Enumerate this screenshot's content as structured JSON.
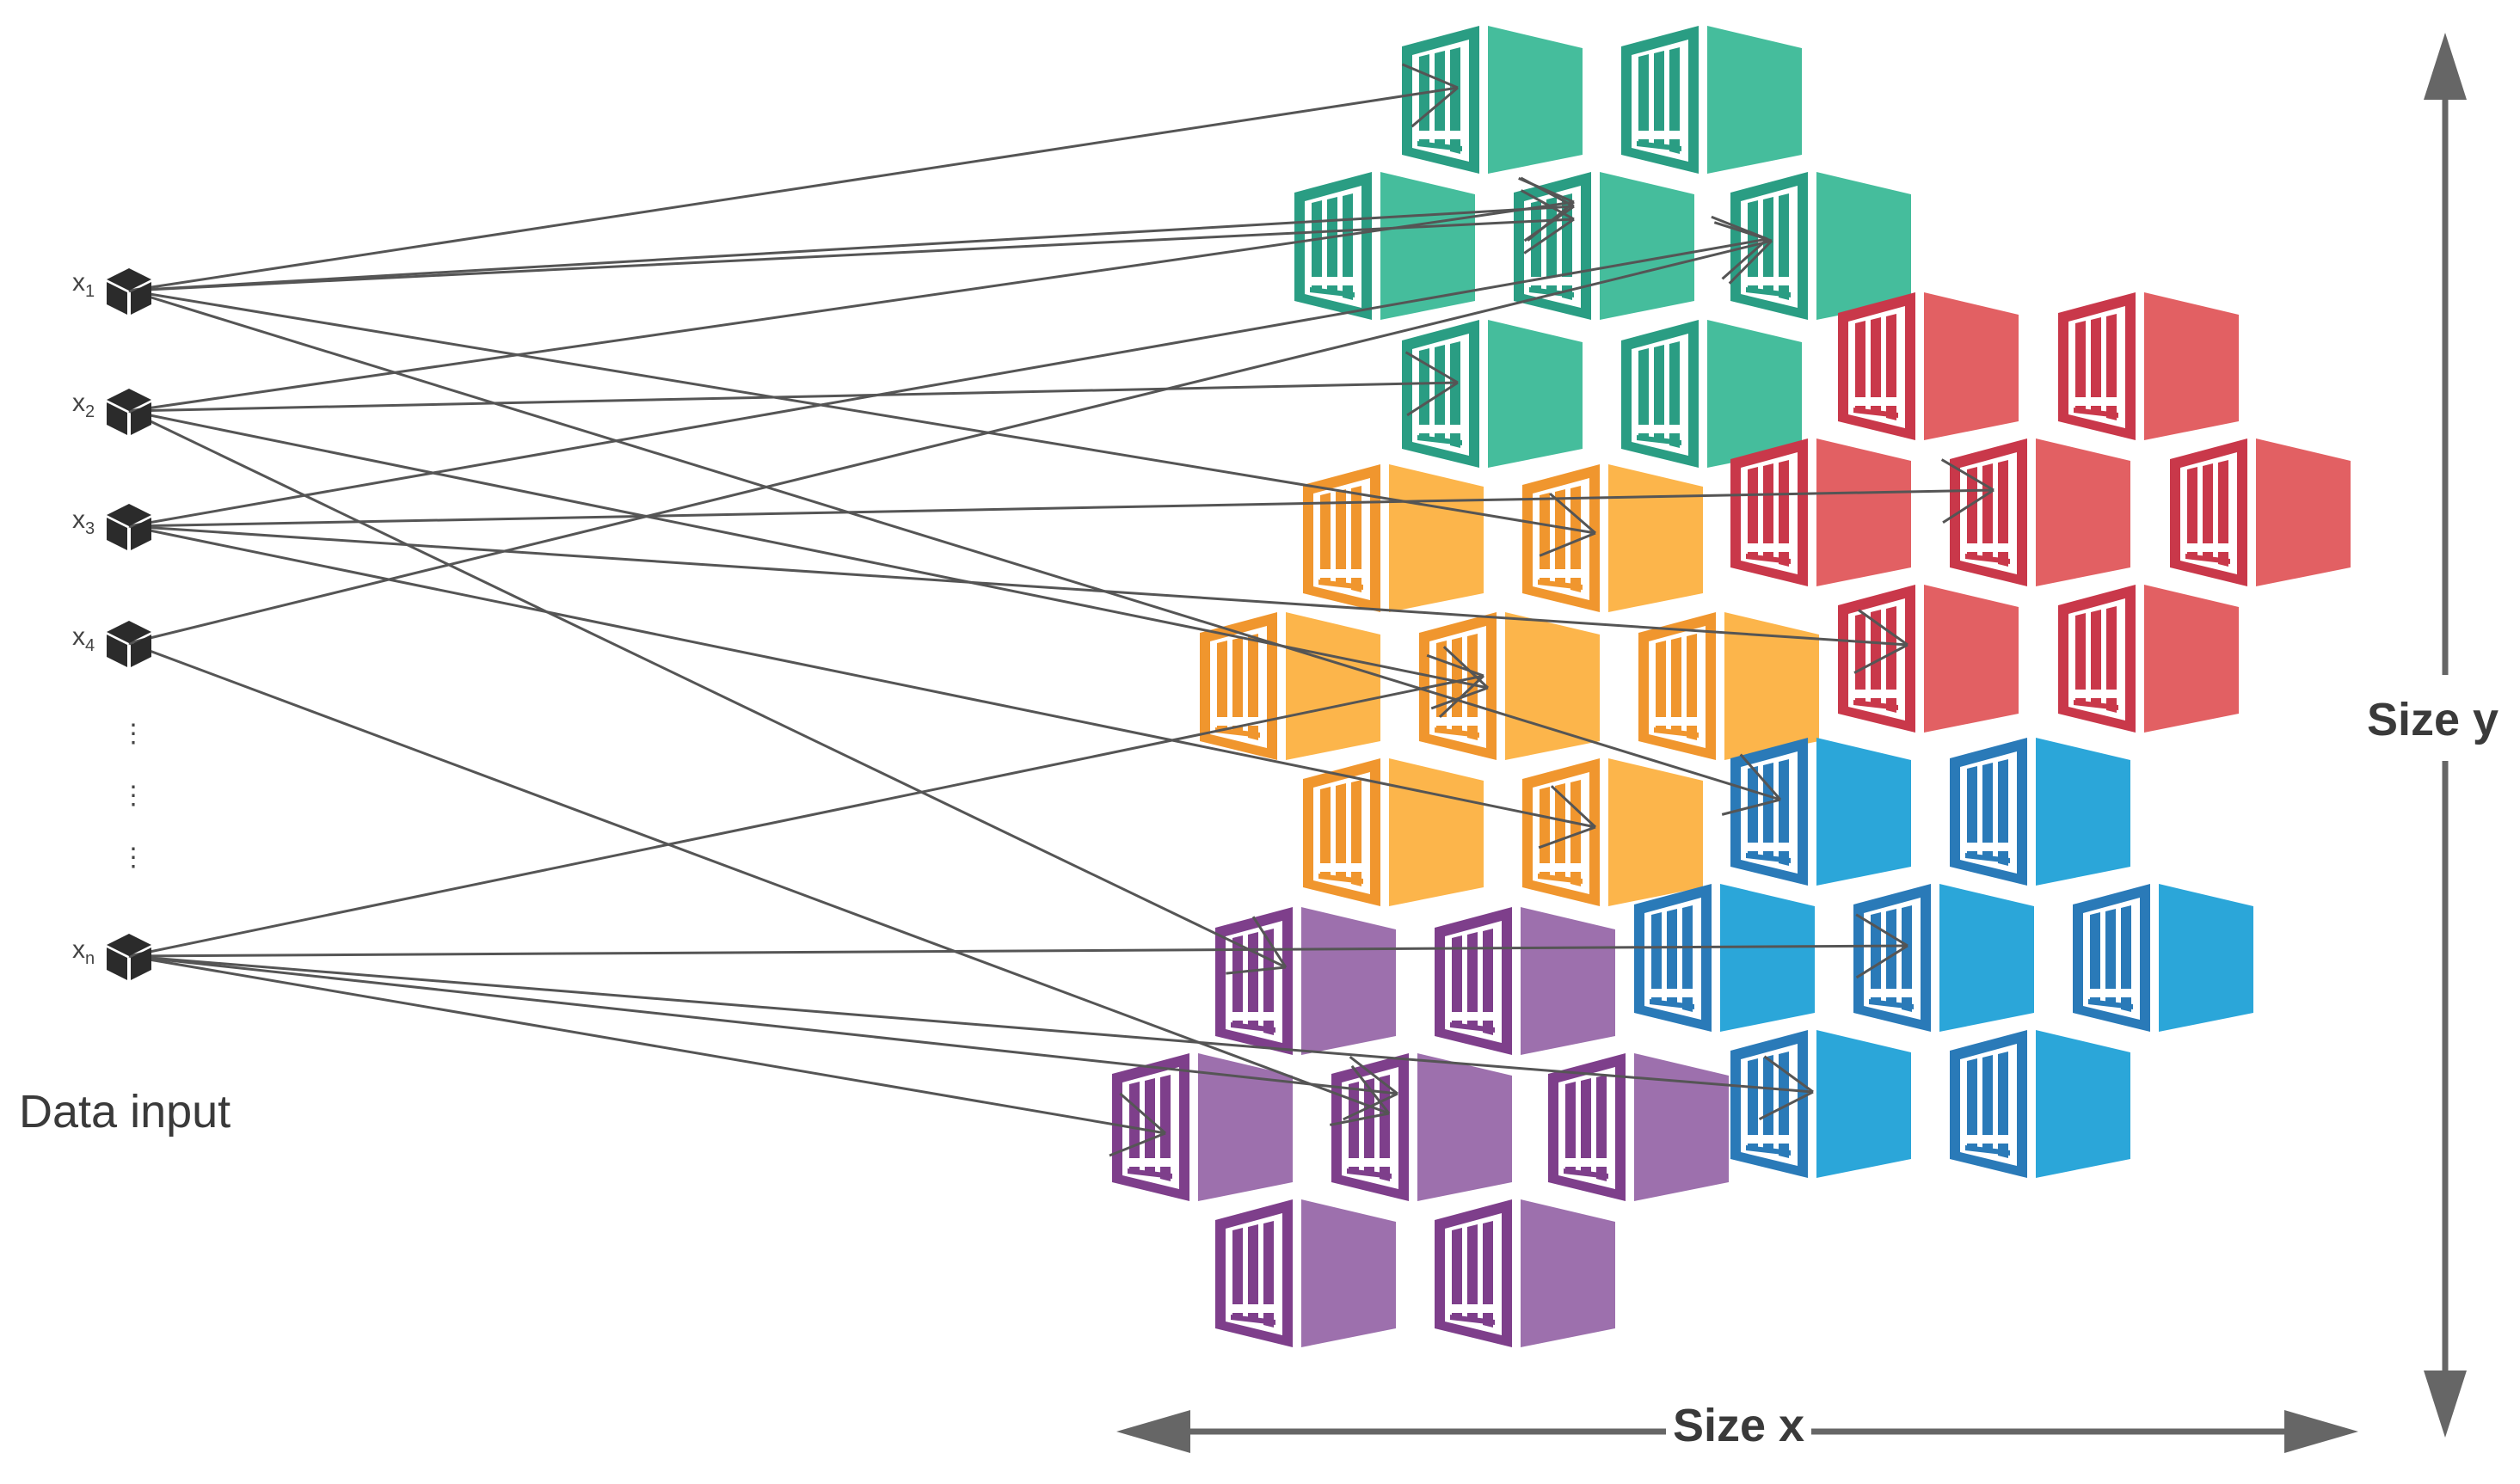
{
  "inputs": {
    "x1": {
      "base": "x",
      "sub": "1"
    },
    "x2": {
      "base": "x",
      "sub": "2"
    },
    "x3": {
      "base": "x",
      "sub": "3"
    },
    "x4": {
      "base": "x",
      "sub": "4"
    },
    "xn": {
      "base": "x",
      "sub": "n"
    },
    "ellipsis": "⋮",
    "icon": "cube-icon"
  },
  "labels": {
    "data_input": "Data input",
    "size_x": "Size x",
    "size_y": "Size y"
  },
  "colors": {
    "teal": "#45bd9c",
    "teal_dark": "#2a9d83",
    "red": "#e26063",
    "red_dark": "#c9384a",
    "orange": "#fcb54b",
    "orange_dark": "#f0962e",
    "blue": "#2ba6d9",
    "blue_dark": "#2a7ab8",
    "purple": "#9d70ad",
    "purple_dark": "#7e3f8b",
    "line": "#555555",
    "arrow": "#666666"
  },
  "node_icon": "container-node-icon"
}
